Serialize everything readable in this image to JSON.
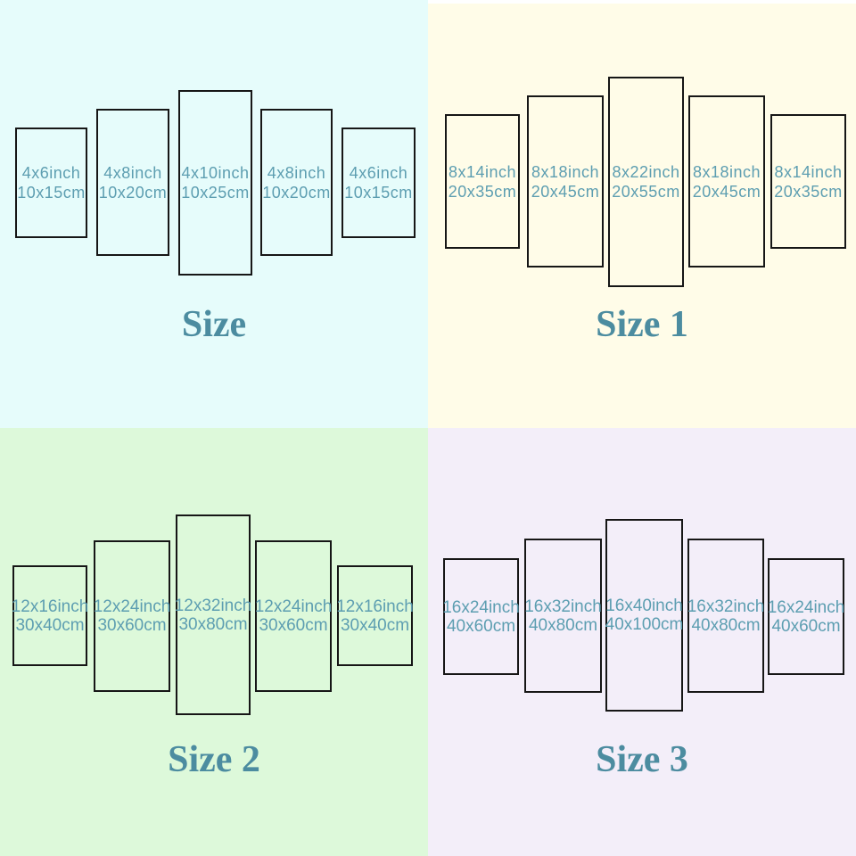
{
  "colors": {
    "label_text": "#5D9EB1",
    "title_text": "#4C8CA0",
    "panel_border": "#161616",
    "top_strip": "#FFFFFF",
    "background_size": "#E6FCFB",
    "background_size_1": "#FFFCE8",
    "background_size_2": "#DDF9DA",
    "background_size_3": "#F3EEF9"
  },
  "quadrants": [
    {
      "id": "size",
      "title": "Size",
      "background": "#E6FCFB",
      "panels": [
        {
          "inch": "4x6inch",
          "cm": "10x15cm"
        },
        {
          "inch": "4x8inch",
          "cm": "10x20cm"
        },
        {
          "inch": "4x10inch",
          "cm": "10x25cm"
        },
        {
          "inch": "4x8inch",
          "cm": "10x20cm"
        },
        {
          "inch": "4x6inch",
          "cm": "10x15cm"
        }
      ]
    },
    {
      "id": "size-1",
      "title": "Size 1",
      "background": "#FFFCE8",
      "panels": [
        {
          "inch": "8x14inch",
          "cm": "20x35cm"
        },
        {
          "inch": "8x18inch",
          "cm": "20x45cm"
        },
        {
          "inch": "8x22inch",
          "cm": "20x55cm"
        },
        {
          "inch": "8x18inch",
          "cm": "20x45cm"
        },
        {
          "inch": "8x14inch",
          "cm": "20x35cm"
        }
      ]
    },
    {
      "id": "size-2",
      "title": "Size 2",
      "background": "#DDF9DA",
      "panels": [
        {
          "inch": "12x16inch",
          "cm": "30x40cm"
        },
        {
          "inch": "12x24inch",
          "cm": "30x60cm"
        },
        {
          "inch": "12x32inch",
          "cm": "30x80cm"
        },
        {
          "inch": "12x24inch",
          "cm": "30x60cm"
        },
        {
          "inch": "12x16inch",
          "cm": "30x40cm"
        }
      ]
    },
    {
      "id": "size-3",
      "title": "Size 3",
      "background": "#F3EEF9",
      "panels": [
        {
          "inch": "16x24inch",
          "cm": "40x60cm"
        },
        {
          "inch": "16x32inch",
          "cm": "40x80cm"
        },
        {
          "inch": "16x40inch",
          "cm": "40x100cm"
        },
        {
          "inch": "16x32inch",
          "cm": "40x80cm"
        },
        {
          "inch": "16x24inch",
          "cm": "40x60cm"
        }
      ]
    }
  ]
}
